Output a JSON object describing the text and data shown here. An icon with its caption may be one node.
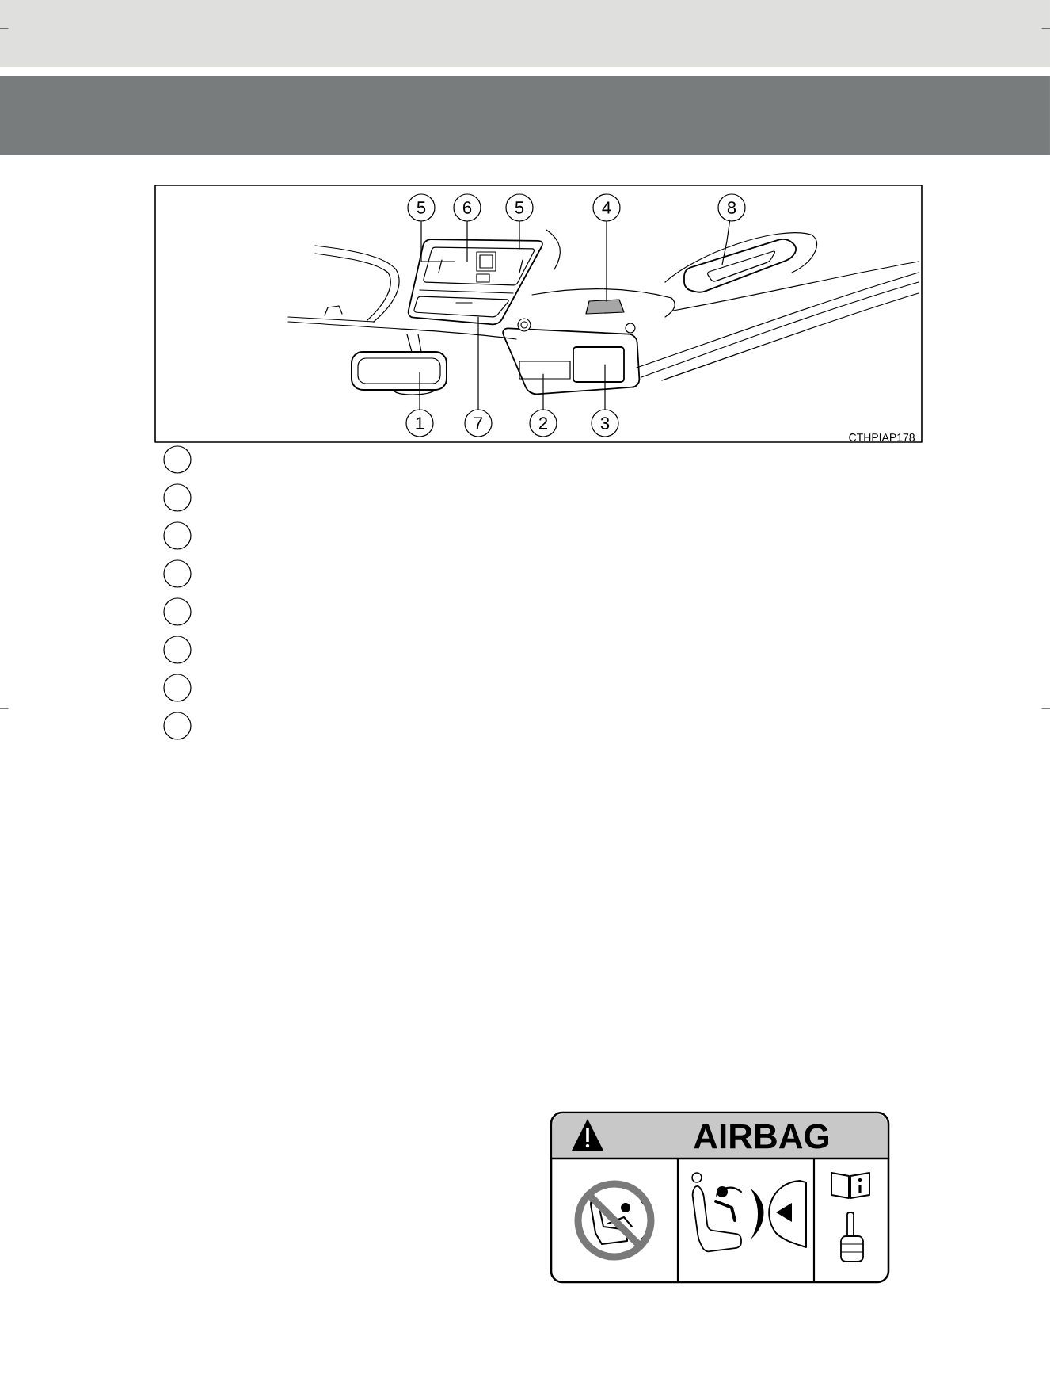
{
  "diagram": {
    "nodes": [
      {
        "text": [
          "5"
        ]
      },
      {
        "text": [
          "6"
        ]
      },
      {
        "text": [
          "5"
        ]
      },
      {
        "text": [
          "4"
        ]
      },
      {
        "text": [
          "8"
        ]
      },
      {
        "text": [
          "1"
        ]
      },
      {
        "text": [
          "7"
        ]
      },
      {
        "text": [
          "2"
        ]
      },
      {
        "text": [
          "3"
        ]
      },
      {
        "text": [],
        "shape": "circle"
      },
      {
        "text": [],
        "shape": "circle"
      },
      {
        "text": [],
        "shape": "circle"
      },
      {
        "text": [],
        "shape": "circle"
      },
      {
        "text": [],
        "shape": "circle"
      },
      {
        "text": [],
        "shape": "circle"
      },
      {
        "text": [],
        "shape": "circle"
      },
      {
        "text": [],
        "shape": "circle"
      },
      {
        "text": [
          "AIRBAG"
        ]
      }
    ],
    "edges": [
      {
        "from": 0,
        "to": null,
        "arrow": "none"
      },
      {
        "from": 1,
        "to": null,
        "arrow": "none"
      },
      {
        "from": 2,
        "to": null,
        "arrow": "none"
      },
      {
        "from": 3,
        "to": null,
        "arrow": "none"
      },
      {
        "from": 4,
        "to": null,
        "arrow": "none"
      },
      {
        "from": 5,
        "to": null,
        "arrow": "none"
      },
      {
        "from": 6,
        "to": null,
        "arrow": "none"
      },
      {
        "from": 7,
        "to": null,
        "arrow": "none"
      },
      {
        "from": 8,
        "to": null,
        "arrow": "none"
      }
    ],
    "labels": [
      "CTHPIAP178"
    ]
  }
}
